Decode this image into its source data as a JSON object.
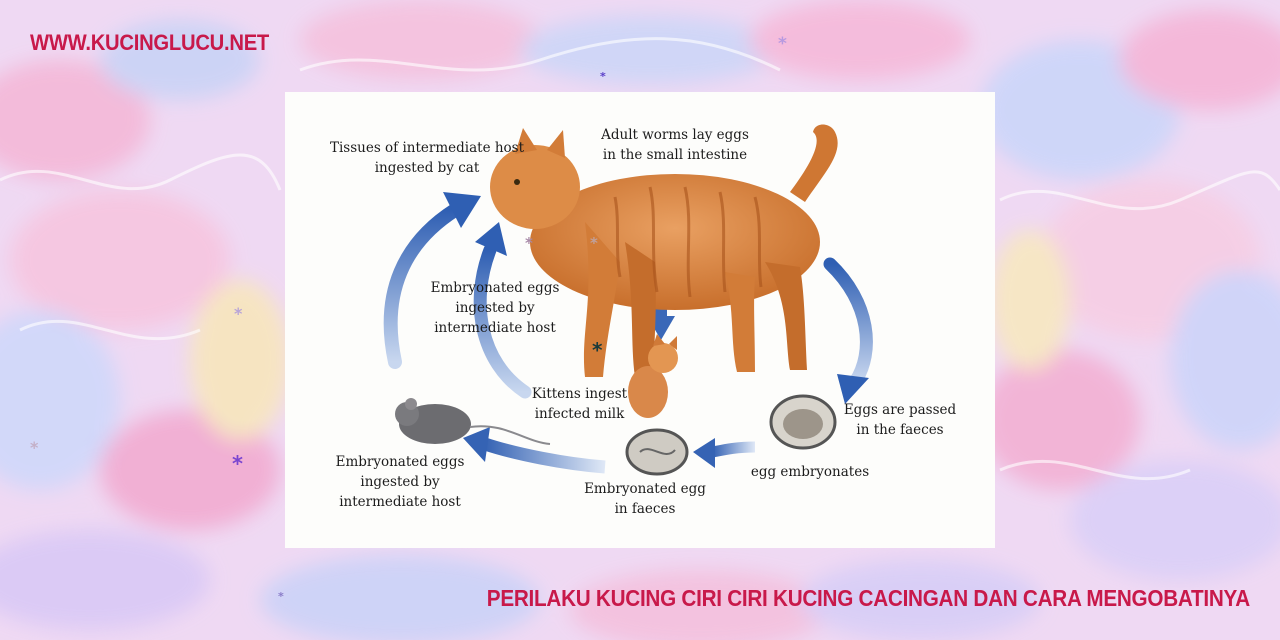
{
  "header": {
    "site_url": "WWW.KUCINGLUCU.NET"
  },
  "footer": {
    "title": "PERILAKU KUCING CIRI CIRI KUCING CACINGAN DAN CARA MENGOBATINYA"
  },
  "diagram": {
    "labels": {
      "tissues": "Tissues of intermediate host\ningested by cat",
      "adult_worms": "Adult worms lay eggs\nin the small intestine",
      "embryonated_mid": "Embryonated eggs\ningested by\nintermediate host",
      "kittens": "Kittens ingest\ninfected milk",
      "eggs_passed": "Eggs are passed\nin the faeces",
      "egg_embryonates": "egg embryonates",
      "embryonated_egg_faeces": "Embryonated egg\nin faeces",
      "embryonated_bottom": "Embryonated eggs\ningested by\nintermediate host"
    }
  },
  "colors": {
    "accent": "#c8194a",
    "arrow": "#3a68b8",
    "cat": "#d9843f",
    "background": "#f2d8f0"
  }
}
